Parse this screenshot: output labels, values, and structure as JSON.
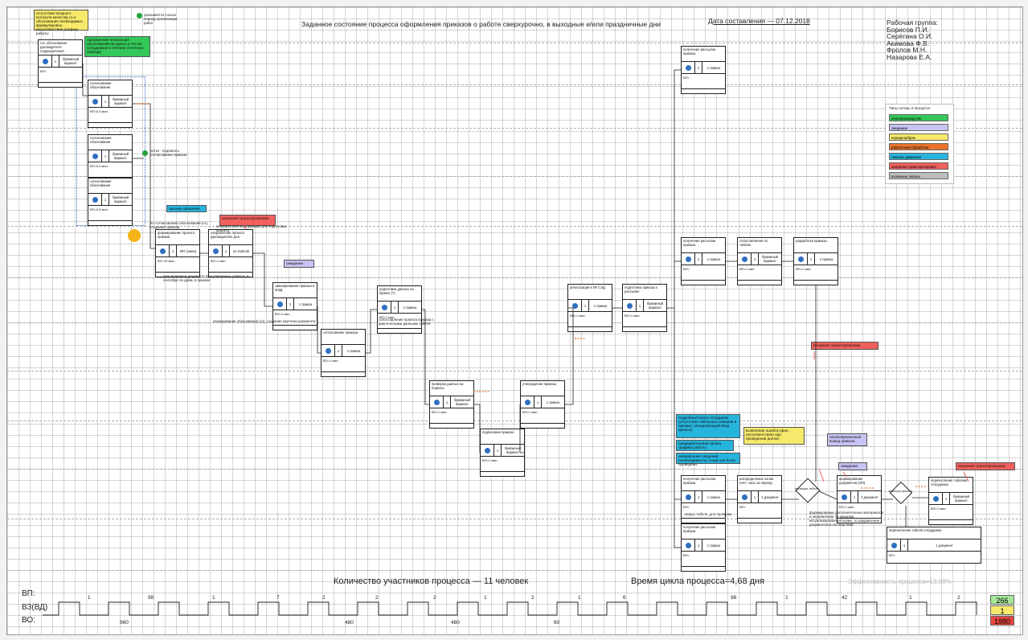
{
  "diagram": {
    "title": "Заданное состояние процесса оформления приказов о работе сверхурочно, в выходные и/или праздничные дни",
    "date": "Дата составления — 07.12.2018",
    "work_group_title": "Рабочая группа:",
    "work_group": [
      "Борисов П.И.",
      "Серёгина О.И.",
      "Акимова Ф.В.",
      "Фролов М.Н.",
      "Назарова Е.А."
    ],
    "legend": {
      "title": "Типы потерь в процессе",
      "items": [
        {
          "label": "перепроизводство",
          "color": "#34c759"
        },
        {
          "label": "ожидание",
          "color": "#c7c3f2"
        },
        {
          "label": "передача/брак",
          "color": "#f6e96b"
        },
        {
          "label": "избыточная обработка",
          "color": "#e8732b"
        },
        {
          "label": "лишние движения",
          "color": "#27b4dc"
        },
        {
          "label": "ненужная транспортировка",
          "color": "#f0605d"
        },
        {
          "label": "излишние запасы",
          "color": "#bdbdbd"
        }
      ]
    },
    "top_notes": [
      {
        "text": "отсутствие входного контроля качества сз и обоснования необходимых формулировок, несоответствие графику работы",
        "color": "#f6e96b"
      },
      {
        "text": "оформление нескольких обоснований на одного и тех же сотрудников в течение отчетного периода",
        "color": "#34c759"
      },
      {
        "text": "указывается только период организации работ",
        "color": "#ffffff"
      }
    ],
    "cards": [
      {
        "title": "СЗ, обоснование руководителя подразделения",
        "action": "бумажный вариант",
        "note": "ВП="
      },
      {
        "title": "согласование обоснования",
        "action": "бумажный вариант",
        "note": "ВП=0,5 мин."
      },
      {
        "title": "согласование обоснования",
        "action": "бумажный вариант",
        "note": "ВП=0,5 мин."
      },
      {
        "title": "согласование обоснования",
        "action": "бумажный вариант",
        "note": "ВП=0,5 мин."
      },
      {
        "title": "формирование проекта приказа",
        "action": "МП (1мин)",
        "note": "ВП=15 мин."
      },
      {
        "title": "направление проекта руководителю для",
        "action": "по Outlook",
        "note": "ВП=1 мин."
      },
      {
        "title": "завизирование приказа в МЭД",
        "action": "1 приказ",
        "note": "ВП=1 мин."
      },
      {
        "title": "согласование приказа",
        "action": "1 приказ",
        "note": "ВП=1 мин."
      },
      {
        "title": "подготовка данных на бумаге (?)",
        "action": "1 приказ",
        "note": "ВП=1 мин."
      },
      {
        "title": "проверка данных на подпись",
        "action": "бумажный вариант",
        "note": "ВП=1 мин."
      },
      {
        "title": "подписание приказа",
        "action": "бумажный вариант",
        "note": "ВП=1 мин."
      },
      {
        "title": "утверждение приказа",
        "action": "1 приказ",
        "note": "ВП=1 мин."
      },
      {
        "title": "регистрация в ЛК СЭД",
        "action": "1 приказ",
        "note": "ВП=1 мин."
      },
      {
        "title": "подготовка приказа к рассылке",
        "action": "бумажный вариант",
        "note": "ВП=1 мин."
      },
      {
        "title": "получение рассылки приказа",
        "action": "1 приказ",
        "note": "ВП="
      },
      {
        "title": "получение рассылки приказа",
        "action": "1 приказ",
        "note": "ВП="
      },
      {
        "title": "сопоставление по табелю",
        "action": "бумажный вариант",
        "note": "ВП=1 мин."
      },
      {
        "title": "разработка приказа",
        "action": "1 приказ",
        "note": "ВП=1 мин."
      },
      {
        "title": "получение рассылки приказа",
        "action": "1 приказ",
        "note": "ВП="
      },
      {
        "title": "распределение копии учёт, часы за период",
        "action": "1 документ",
        "note": "ВП="
      },
      {
        "title": "формирование документов (ЗП)",
        "action": "1 документ",
        "note": "ВП=1 мин."
      },
      {
        "title": "перечисление табелем сотрудника",
        "action": "бумажный вариант",
        "note": "ВП=1 мин."
      },
      {
        "title": "получение рассылки приказа",
        "action": "1 приказ",
        "note": "ВП="
      },
      {
        "title": "перечисление табеля сотрудника",
        "action": "1 документ",
        "note": "ВП="
      }
    ],
    "waste_notes": [
      {
        "text": "лишние движения",
        "color": "#27b4dc"
      },
      {
        "text": "ненужная транспортировка",
        "color": "#f0605d"
      },
      {
        "text": "ожидание",
        "color": "#c7c3f2"
      },
      {
        "text": "ненужная транспортировка",
        "color": "#f0605d"
      },
      {
        "text": "подробный поиск сотрудника (отсутствие табельных номеров в приказе, ненадлежащий ввод данных)",
        "color": "#27b4dc"
      },
      {
        "text": "предварительная сверка графика работы",
        "color": "#27b4dc"
      },
      {
        "text": "направление сведений (необходимость), когда они были проведены",
        "color": "#27b4dc"
      },
      {
        "text": "выявление ошибок (фио, несоответствие) при проведении доплат",
        "color": "#f6e96b"
      },
      {
        "text": "несвоевременный вывод приказа",
        "color": "#c7c3f2"
      },
      {
        "text": "ожидание",
        "color": "#c7c3f2"
      },
      {
        "text": "ненужная транспортировка",
        "color": "#f0605d"
      }
    ],
    "free_notes": [
      "четко - подписать согласование приказа",
      "по согласованию обоснований (сз), создание приказа",
      "некорректная информация для подготовки проекта",
      "сканирование обоснования (сз), создание карточки документа",
      "сопоставление проекта приказа с фактическими данными табеля",
      "при наличии в документе проставленных отметок, в сентябре по дням, в приказе",
      "сверка табеля, для проверки",
      "формирование дополнительных материалов и направление по каналам актуализированной копии, то оформление документов в последствии"
    ],
    "decision_label": "проверка табеля",
    "decision_label_2": "проверка приказа",
    "summary": {
      "participants": "Количество участников процесса — 11 человек",
      "cycle": "Время цикла процесса=4,68 дня",
      "efficiency": "Эффективность процесса=13,88%"
    },
    "timeline": {
      "row_labels": [
        "ВП:",
        "ВЗ(ВД)",
        "ВО:"
      ],
      "upper_ticks": [
        "1",
        "98",
        "1",
        "7",
        "2",
        "2",
        "2",
        "1",
        "2",
        "1",
        "6",
        "98",
        "1",
        "42",
        "1",
        "2"
      ],
      "lower_ticks": [
        "960",
        "480",
        "480",
        "60"
      ],
      "totals": [
        {
          "value": "266",
          "color": "#a6e59a"
        },
        {
          "value": "1",
          "color": "#f6e96b"
        },
        {
          "value": "1980",
          "color": "#e8453f"
        }
      ]
    }
  }
}
